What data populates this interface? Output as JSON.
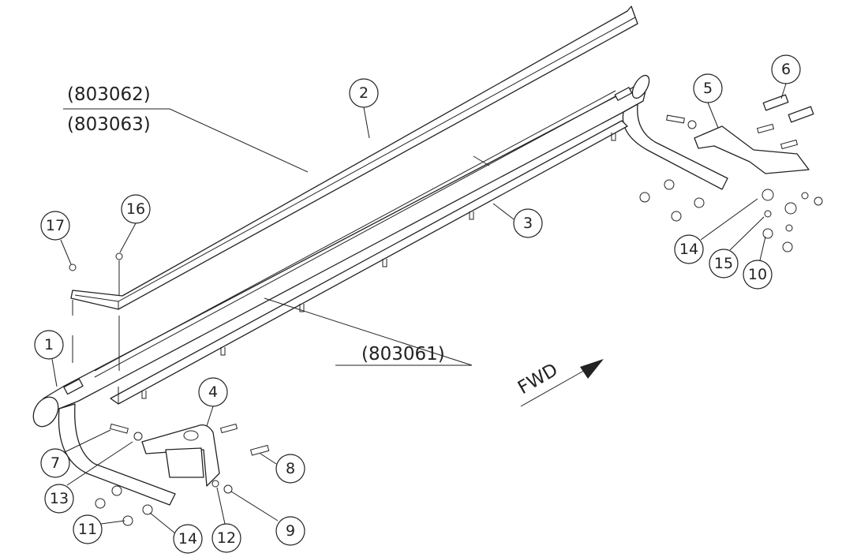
{
  "diagram": {
    "part_numbers": {
      "upper_a": "(803062)",
      "upper_b": "(803063)",
      "lower": "(803061)"
    },
    "direction_label": "FWD",
    "balloons": {
      "b1": "1",
      "b2": "2",
      "b3": "3",
      "b4": "4",
      "b5": "5",
      "b6": "6",
      "b7": "7",
      "b8": "8",
      "b9": "9",
      "b10": "10",
      "b11": "11",
      "b12": "12",
      "b13": "13",
      "b14_left": "14",
      "b14_right": "14",
      "b15": "15",
      "b16": "16",
      "b17": "17"
    }
  }
}
